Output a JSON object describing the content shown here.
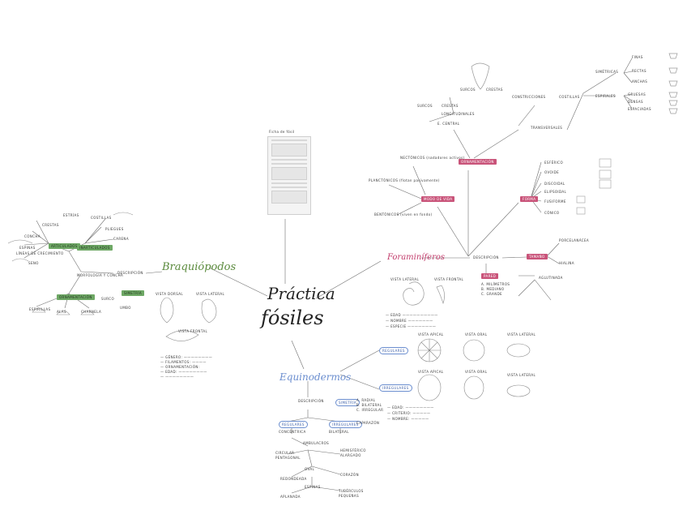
{
  "colors": {
    "line": "#6f6f6f",
    "title": "#222222",
    "braq": "#5a8a3c",
    "foram": "#c23b6b",
    "equi": "#6b8ecf",
    "pink": "#c9547a",
    "green": "#6ea865",
    "blue": "#6b8ecf"
  },
  "center": {
    "line1": "Práctica",
    "line2": "fósiles"
  },
  "sheet_caption": "Ficha de fósil",
  "branches": {
    "braquiopodos": "Braquiópodos",
    "foraminiferos": "Foraminíferos",
    "equinodermos": "Equinodermos"
  },
  "braq": {
    "descripcion": "DESCRIPCIÓN",
    "morfologia": "MORFOLOGÍA Y CONCHA",
    "vista_dorsal": "VISTA DORSAL",
    "vista_lateral": "VISTA LATERAL",
    "vista_frontal": "VISTA FRONTAL",
    "tag_a": "ARTICULADOS",
    "tag_b": "INARTICULADOS",
    "tag_c": "ORNAMENTACIÓN",
    "tag_d": "SIMETRÍA",
    "left_labels": [
      "CRESTAS",
      "ESTRÍAS",
      "COSTILLAS",
      "PLIEGUES",
      "CARENA",
      "CONCHA",
      "ESPINAS",
      "LÍNEAS DE CRECIMIENTO",
      "SENO",
      "SURCO",
      "UMBO"
    ],
    "bottom_labels": [
      "ESPIRILLAS",
      "ALAS",
      "CHARNELA"
    ],
    "notes": [
      "— GÉNERO: ————————",
      "— FILAMENTOS: ————",
      "— ORNAMENTACIÓN:",
      "— EDAD: ————————",
      "— ————————"
    ]
  },
  "foram": {
    "descripcion": "DESCRIPCIÓN",
    "tag_orn": "ORNAMENTACIÓN",
    "tag_modo": "MODO DE VIDA",
    "tag_forma": "FORMA",
    "tag_tamano": "TAMAÑO",
    "tag_pared": "PARED",
    "modo": [
      "NECTÓNICOS (nadadores activos)",
      "PLANCTÓNICOS (flotan pasivamente)",
      "BENTÓNICOS (viven en fondo)"
    ],
    "orn": [
      "LONGITUDINALES",
      "TRANSVERSALES",
      "CONSTRICCIONES",
      "COSTILLAS",
      "SURCOS",
      "CRESTAS",
      "E. CENTRAL",
      "SURCOS",
      "CRESTAS"
    ],
    "costillas": [
      "SIMÉTRICAS",
      "ESPIRALES",
      "RECTAS",
      "FINAS",
      "ANCHAS",
      "GRUESAS",
      "DENSAS",
      "ESPACIADAS"
    ],
    "forma": [
      "ESFÉRICO",
      "OVOIDE",
      "DISCOIDAL",
      "ELIPSOIDAL",
      "FUSIFORME",
      "CÓNICO"
    ],
    "pared": [
      "PORCELANÁCEA",
      "HIALINA",
      "AGLUTINADA"
    ],
    "vista": [
      "VISTA LATERAL",
      "VISTA FRONTAL"
    ],
    "tamano": [
      "A. MILÍMETROS",
      "B. MEDIANO",
      "C. GRANDE"
    ],
    "notes": [
      "— EDAD ——————————",
      "— NOMBRE ———————",
      "— ESPECIE ————————"
    ]
  },
  "equi": {
    "regulares": "REGULARES",
    "irregulares": "IRREGULARES",
    "descripcion": "DESCRIPCIÓN",
    "simetria": "SIMETRÍA",
    "vistas": [
      "VISTA APICAL",
      "VISTA ORAL",
      "VISTA LATERAL",
      "VISTA APICAL",
      "VISTA ORAL",
      "VISTA LATERAL"
    ],
    "sim": [
      "A. RADIAL",
      "B. BILATERAL",
      "C. IRREGULAR"
    ],
    "tree": [
      "REGULARES",
      "IRREGULARES",
      "CONCÉNTRICA",
      "BILATERAL",
      "CAPARAZÓN",
      "CIRCULAR",
      "PENTAGONAL",
      "AMBULACROS",
      "HEMISFÉRICO",
      "ALARGADO",
      "OVAL",
      "CORAZÓN",
      "REDONDEADA",
      "APLANADA",
      "ESPINAS",
      "TUBÉRCULOS",
      "PEQUEÑAS"
    ],
    "notes": [
      "— EDAD: ————————",
      "— CRITERIO: —————",
      "— NOMBRE: —————"
    ]
  }
}
